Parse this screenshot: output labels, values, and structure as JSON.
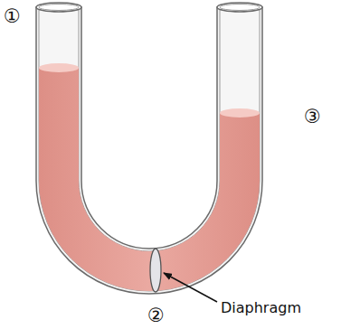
{
  "diagram": {
    "labels": [
      "①",
      "②",
      "③",
      "Diaphragm"
    ]
  }
}
